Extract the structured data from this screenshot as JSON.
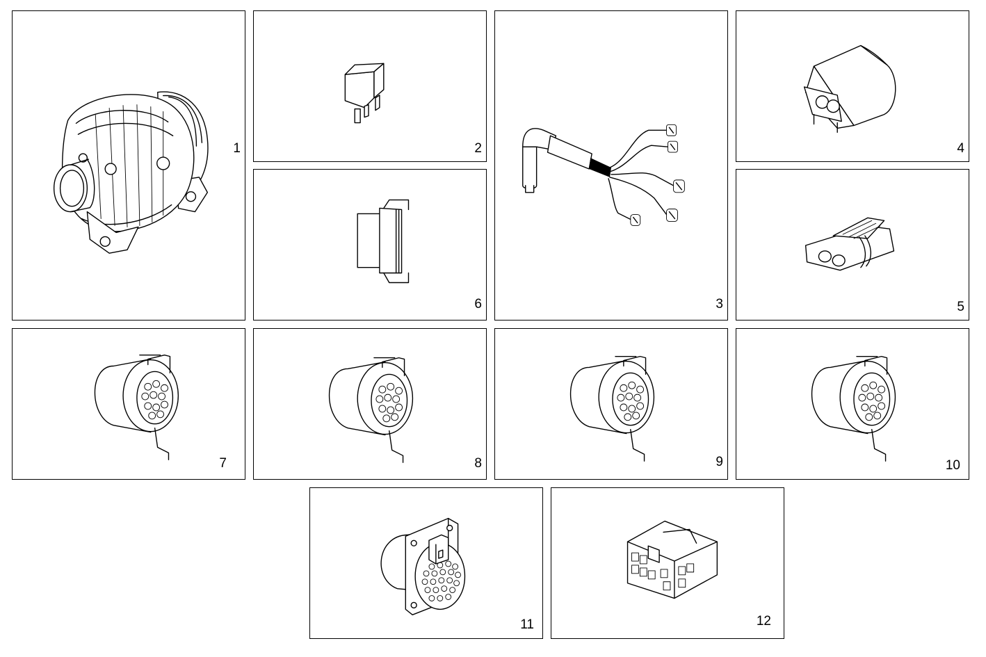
{
  "panels": [
    {
      "label": "1",
      "icon": "alternator-icon"
    },
    {
      "label": "2",
      "icon": "relay-icon"
    },
    {
      "label": "3",
      "icon": "wiring-harness-icon"
    },
    {
      "label": "4",
      "icon": "two-pin-connector-icon"
    },
    {
      "label": "5",
      "icon": "sealed-connector-icon"
    },
    {
      "label": "6",
      "icon": "connector-housing-icon"
    },
    {
      "label": "7",
      "icon": "round-connector-icon"
    },
    {
      "label": "8",
      "icon": "round-connector-icon"
    },
    {
      "label": "9",
      "icon": "round-connector-icon"
    },
    {
      "label": "10",
      "icon": "round-connector-icon"
    },
    {
      "label": "11",
      "icon": "flange-connector-icon"
    },
    {
      "label": "12",
      "icon": "multi-pin-plug-icon"
    }
  ]
}
